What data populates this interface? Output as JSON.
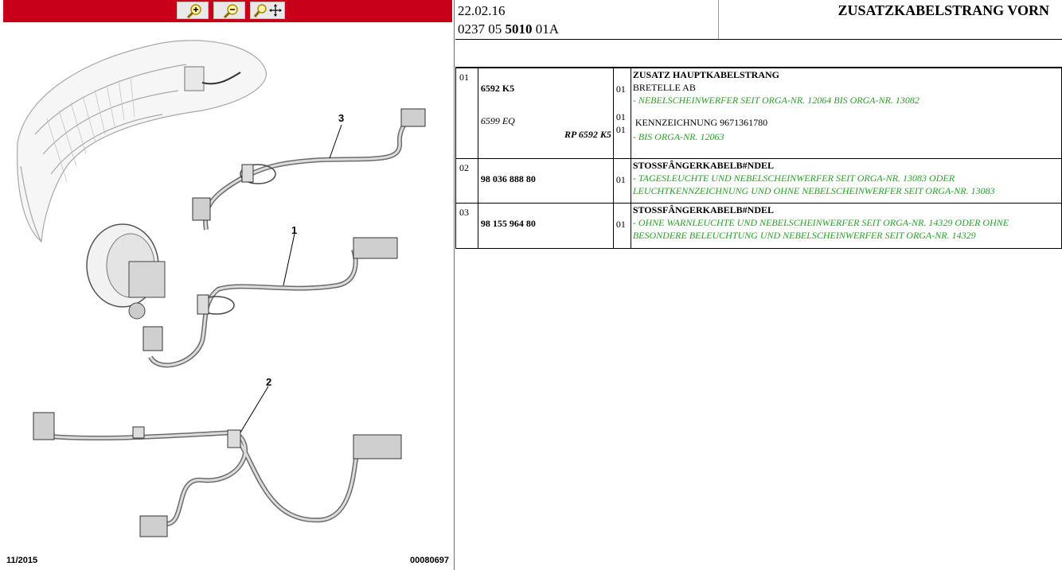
{
  "toolbar": {
    "zoom_in_icon": "zoom-in-icon",
    "zoom_out_icon": "zoom-out-icon",
    "pan_icon": "pan-move-icon",
    "bar_color": "#c8001a"
  },
  "diagram": {
    "callouts": [
      "3",
      "1",
      "2"
    ],
    "footer_left": "11/2015",
    "footer_right": "00080697"
  },
  "header": {
    "date": "22.02.16",
    "ref_part1": "0237 05 ",
    "ref_bold": "5010",
    "ref_part2": " 01A",
    "title": "ZUSATZKABELSTRANG VORN"
  },
  "rows": [
    {
      "pos": "01",
      "part_number": "6592 K5",
      "alt_part": "6599 EQ",
      "rp_ref": "RP 6592 K5",
      "qtys": [
        "01",
        "01",
        "01"
      ],
      "title": "ZUSATZ HAUPTKABELSTRANG",
      "subtitle": "BRETELLE AB",
      "note1": "- NEBELSCHEINWERFER SEIT ORGA-NR. 12064 BIS ORGA-NR. 13082",
      "marking": "KENNZEICHNUNG 9671361780",
      "note2": "- BIS ORGA-NR. 12063"
    },
    {
      "pos": "02",
      "part_number": "98 036 888 80",
      "qty": "01",
      "title": "STOSSFÂNGERKABELB#NDEL",
      "note_line1": "- TAGESLEUCHTE UND NEBELSCHEINWERFER SEIT ORGA-NR. 13083 ODER",
      "note_line2": "LEUCHTKENNZEICHNUNG UND OHNE NEBELSCHEINWERFER SEIT ORGA-NR. 13083"
    },
    {
      "pos": "03",
      "part_number": "98 155 964 80",
      "qty": "01",
      "title": "STOSSFÂNGERKABELB#NDEL",
      "note_line1": "- OHNE WARNLEUCHTE UND NEBELSCHEINWERFER SEIT ORGA-NR. 14329 ODER OHNE",
      "note_line2": "BESONDERE BELEUCHTUNG UND NEBELSCHEINWERFER SEIT ORGA-NR. 14329"
    }
  ],
  "colors": {
    "note_green": "#2aa02a",
    "border": "#000000"
  }
}
